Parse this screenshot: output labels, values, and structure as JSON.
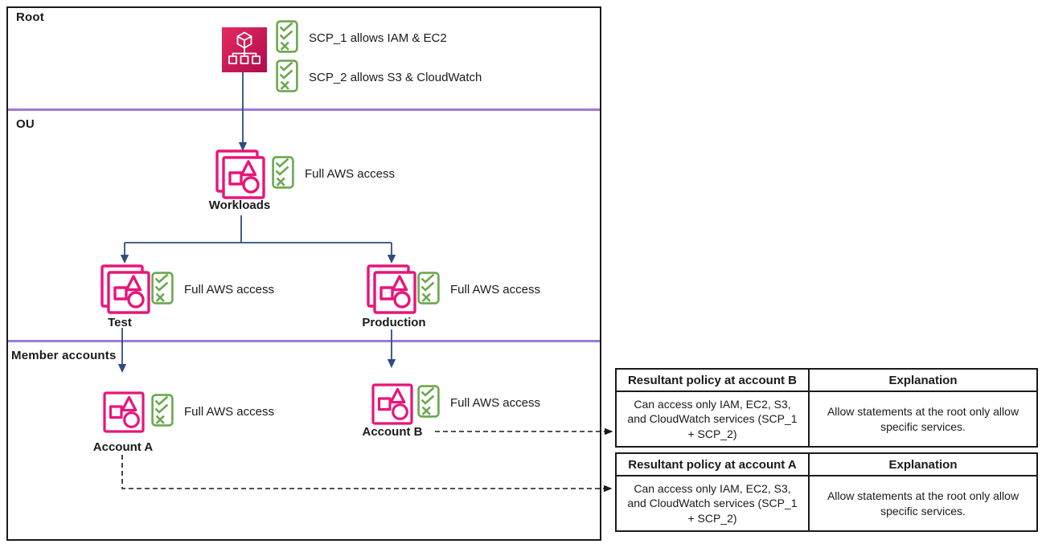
{
  "sections": [
    {
      "label": "Root"
    },
    {
      "label": "OU"
    },
    {
      "label": "Member accounts"
    }
  ],
  "policies": {
    "scp1": "SCP_1 allows IAM & EC2",
    "scp2": "SCP_2 allows S3 & CloudWatch",
    "full_access": "Full AWS access"
  },
  "nodes": {
    "workloads": "Workloads",
    "test": "Test",
    "production": "Production",
    "account_a": "Account A",
    "account_b": "Account B"
  },
  "tables": [
    {
      "headers": [
        "Resultant policy at account B",
        "Explanation"
      ],
      "rows": [
        [
          "Can access only IAM, EC2, S3, and CloudWatch services (SCP_1 + SCP_2)",
          "Allow statements at the root only allow specific services."
        ]
      ]
    },
    {
      "headers": [
        "Resultant policy at account A",
        "Explanation"
      ],
      "rows": [
        [
          "Can access only IAM, EC2, S3, and CloudWatch services (SCP_1 + SCP_2)",
          "Allow statements at the root only allow specific services."
        ]
      ]
    }
  ],
  "colors": {
    "accent_pink": "#e7157b",
    "org_gradient_start": "#e62a60",
    "org_gradient_end": "#b00b4d",
    "scp_green": "#6aa84e",
    "connector_blue": "#2b4d80",
    "divider_purple": "#9d7cd4",
    "ink": "#1a1a1a"
  }
}
